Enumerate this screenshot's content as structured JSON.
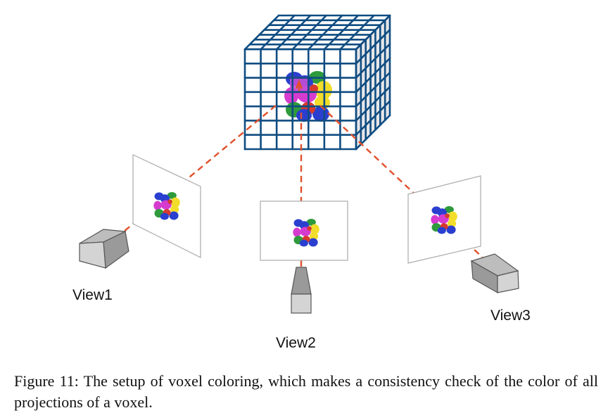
{
  "views": [
    {
      "label": "View1"
    },
    {
      "label": "View2"
    },
    {
      "label": "View3"
    }
  ],
  "caption": "Figure 11: The setup of voxel coloring, which makes a consistency check of the color of all projections of a voxel.",
  "colors": {
    "grid": "#0f4c81",
    "ray": "#e0502a",
    "camera_front": "#d4d4d4",
    "camera_side": "#9a9a9a",
    "voxel": "#c34ed6",
    "blob_blue": "#2a3fcf",
    "blob_green": "#2e9a3c",
    "blob_yellow": "#f2dd2a",
    "blob_red": "#d63a2e",
    "blob_magenta": "#d63bd0"
  }
}
